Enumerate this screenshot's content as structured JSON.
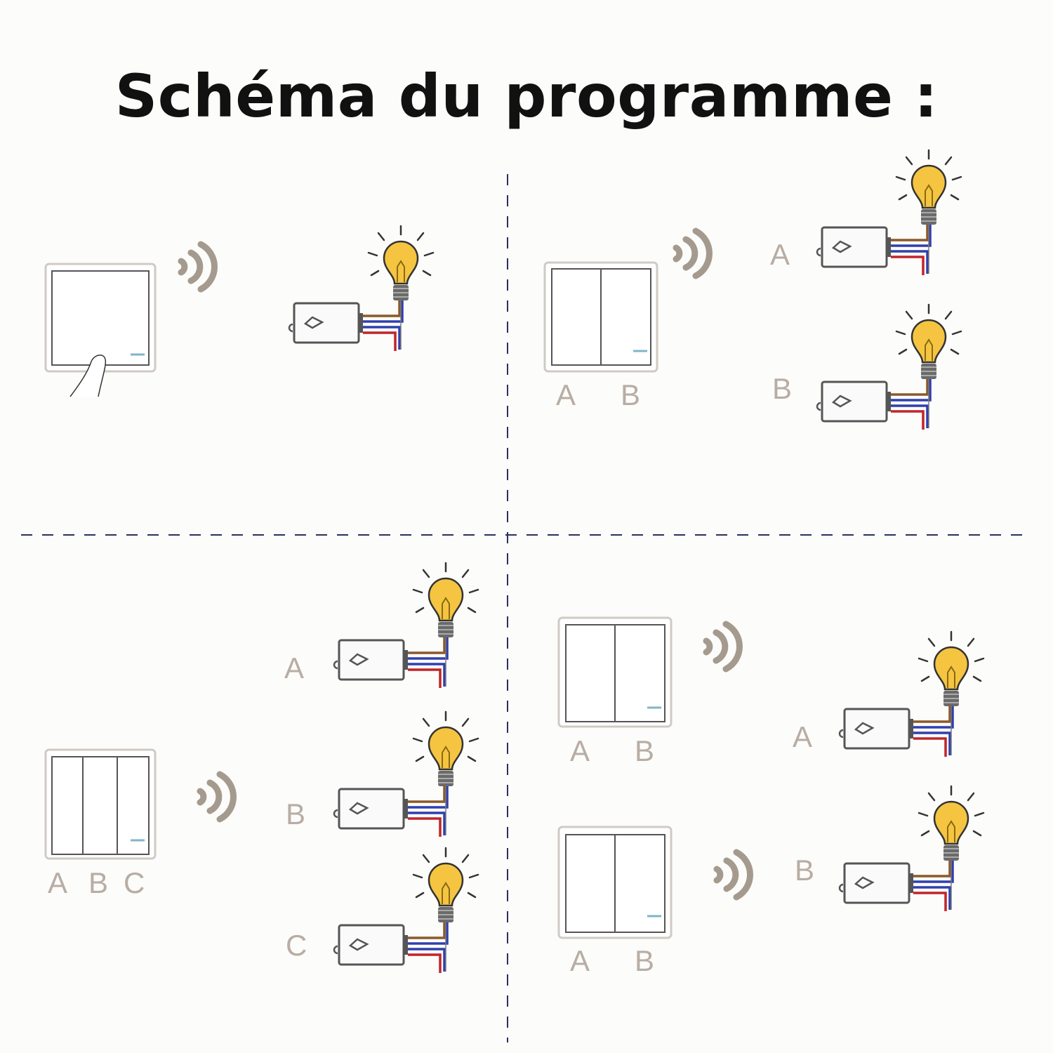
{
  "title": "Schéma du programme :",
  "labels": {
    "q2_switch_a": "A",
    "q2_switch_b": "B",
    "q2_recv_a": "A",
    "q2_recv_b": "B",
    "q3_recv_a": "A",
    "q3_recv_b": "B",
    "q3_recv_c": "C",
    "q3_switch_a": "A",
    "q3_switch_b": "B",
    "q3_switch_c": "C",
    "q4_sw1_a": "A",
    "q4_sw1_b": "B",
    "q4_sw2_a": "A",
    "q4_sw2_b": "B",
    "q4_recv_a": "A",
    "q4_recv_b": "B"
  },
  "colors": {
    "wave": "#a59a8e",
    "divider": "#2b2f5e",
    "switch_border": "#cfcac4",
    "indicator": "#7fb6c9",
    "wire_brown": "#8a5a2b",
    "wire_blue": "#2f3fb0",
    "wire_red": "#c0252a",
    "bulb": "#f5c542"
  }
}
